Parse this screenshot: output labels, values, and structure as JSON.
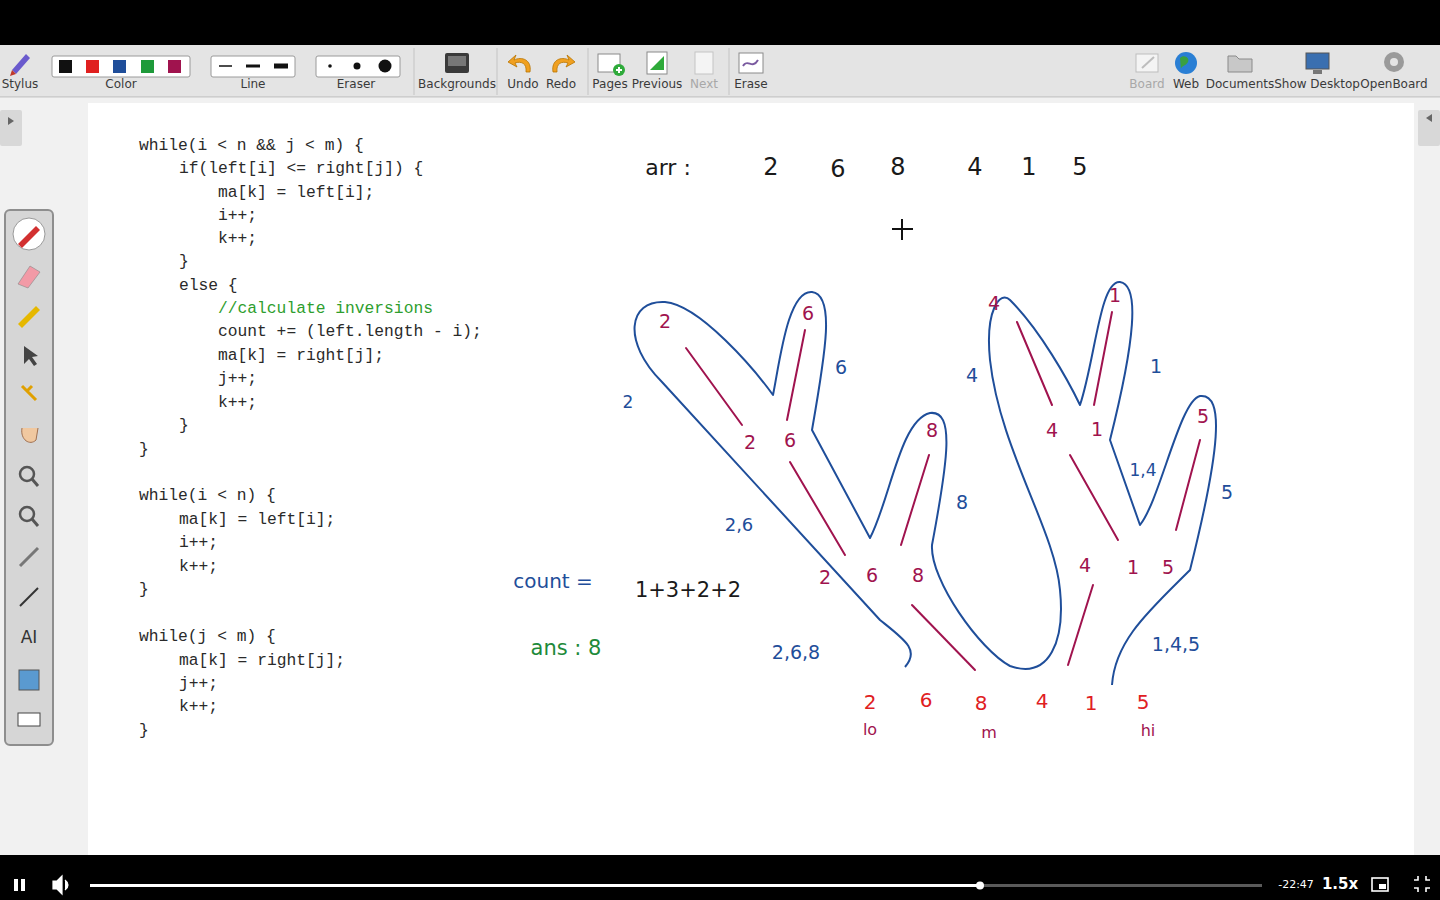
{
  "diagram": {
    "labels": [
      "Stylus",
      "Color",
      "Line",
      "Eraser",
      "Backgrounds",
      "Undo",
      "Redo",
      "Pages",
      "Previous",
      "Next",
      "Erase",
      "Board",
      "Web",
      "Documents",
      "Show Desktop",
      "OpenBoard",
      "while(i < n && j < m) {",
      "if(left[i] <= right[j]) {",
      "ma[k] = left[i];",
      "i++;",
      "k++;",
      "}",
      "else {",
      "//calculate inversions",
      "count += (left.length - i);",
      "ma[k] = right[j];",
      "j++;",
      "k++;",
      "}",
      "}",
      "while(i < n) {",
      "ma[k] = left[i];",
      "i++;",
      "k++;",
      "}",
      "while(j < m) {",
      "ma[k] = right[j];",
      "j++;",
      "k++;",
      "}",
      "arr :",
      "2",
      "6",
      "8",
      "4",
      "1",
      "5",
      "2",
      "6",
      "6",
      "2",
      "2",
      "6",
      "8",
      "8",
      "2,6",
      "2",
      "6",
      "8",
      "2,6,8",
      "4",
      "1",
      "4",
      "1",
      "4",
      "1",
      "5",
      "1,4",
      "5",
      "4",
      "1",
      "5",
      "1,4,5",
      "2",
      "6",
      "8",
      "4",
      "1",
      "5",
      "lo",
      "m",
      "hi",
      "count =",
      "1+3+2+2",
      "ans : 8",
      "AI",
      "-22:47",
      "1.5x"
    ]
  }
}
